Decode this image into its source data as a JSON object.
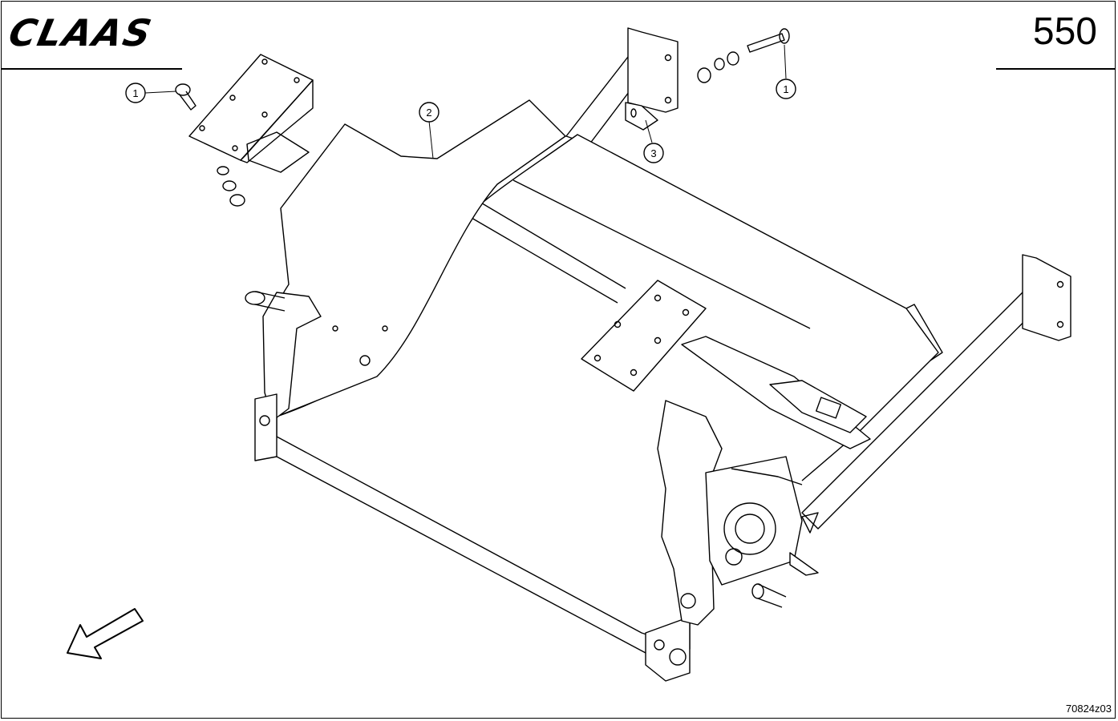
{
  "header": {
    "brand": "CLAAS",
    "page_number": "550"
  },
  "callouts": [
    {
      "id": "callout-1-left",
      "label": "1"
    },
    {
      "id": "callout-2",
      "label": "2"
    },
    {
      "id": "callout-3",
      "label": "3"
    },
    {
      "id": "callout-1-right",
      "label": "1"
    }
  ],
  "footer": {
    "drawing_code": "70824z03"
  }
}
